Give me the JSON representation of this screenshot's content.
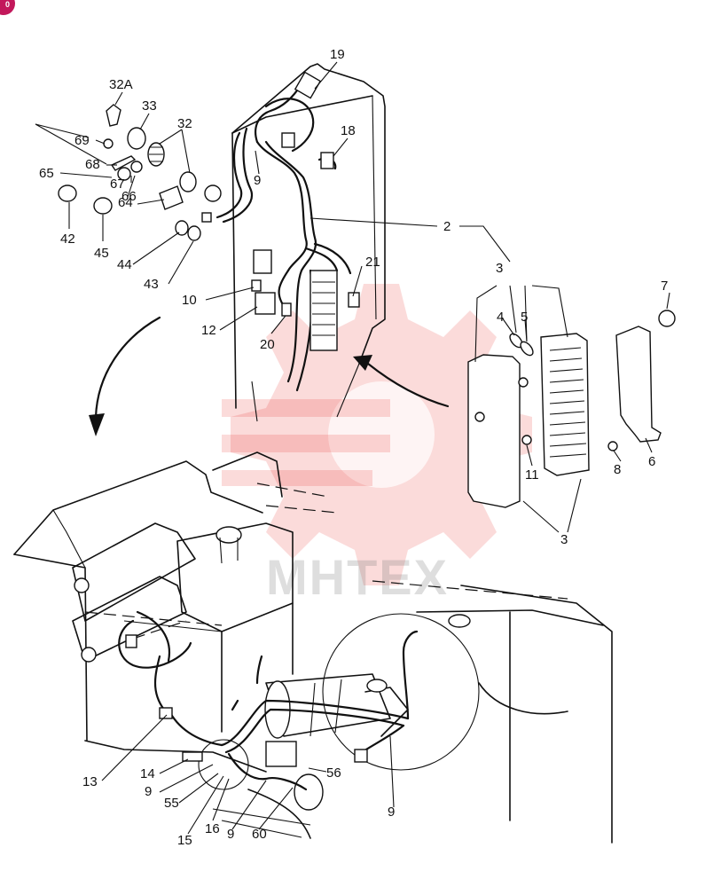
{
  "watermark": {
    "text": "MHTEX",
    "color": "#e8201a"
  },
  "corner_badge": {
    "text": "0",
    "color": "#c2185b"
  },
  "callouts": [
    {
      "id": "c19",
      "label": "19"
    },
    {
      "id": "c32a",
      "label": "32A"
    },
    {
      "id": "c33",
      "label": "33"
    },
    {
      "id": "c32",
      "label": "32"
    },
    {
      "id": "c69",
      "label": "69"
    },
    {
      "id": "c18",
      "label": "18"
    },
    {
      "id": "c68",
      "label": "68"
    },
    {
      "id": "c67",
      "label": "67"
    },
    {
      "id": "c65",
      "label": "65"
    },
    {
      "id": "c66",
      "label": "66"
    },
    {
      "id": "c9a",
      "label": "9"
    },
    {
      "id": "c64",
      "label": "64"
    },
    {
      "id": "c2",
      "label": "2"
    },
    {
      "id": "c42",
      "label": "42"
    },
    {
      "id": "c45",
      "label": "45"
    },
    {
      "id": "c44",
      "label": "44"
    },
    {
      "id": "c3a",
      "label": "3"
    },
    {
      "id": "c21",
      "label": "21"
    },
    {
      "id": "c43",
      "label": "43"
    },
    {
      "id": "c7",
      "label": "7"
    },
    {
      "id": "c10",
      "label": "10"
    },
    {
      "id": "c4",
      "label": "4"
    },
    {
      "id": "c5",
      "label": "5"
    },
    {
      "id": "c12",
      "label": "12"
    },
    {
      "id": "c20",
      "label": "20"
    },
    {
      "id": "c11",
      "label": "11"
    },
    {
      "id": "c8",
      "label": "8"
    },
    {
      "id": "c6",
      "label": "6"
    },
    {
      "id": "c3b",
      "label": "3"
    },
    {
      "id": "c13",
      "label": "13"
    },
    {
      "id": "c14",
      "label": "14"
    },
    {
      "id": "c56",
      "label": "56"
    },
    {
      "id": "c9b",
      "label": "9"
    },
    {
      "id": "c55",
      "label": "55"
    },
    {
      "id": "c9c",
      "label": "9"
    },
    {
      "id": "c16",
      "label": "16"
    },
    {
      "id": "c9d",
      "label": "9"
    },
    {
      "id": "c60",
      "label": "60"
    },
    {
      "id": "c15",
      "label": "15"
    }
  ]
}
